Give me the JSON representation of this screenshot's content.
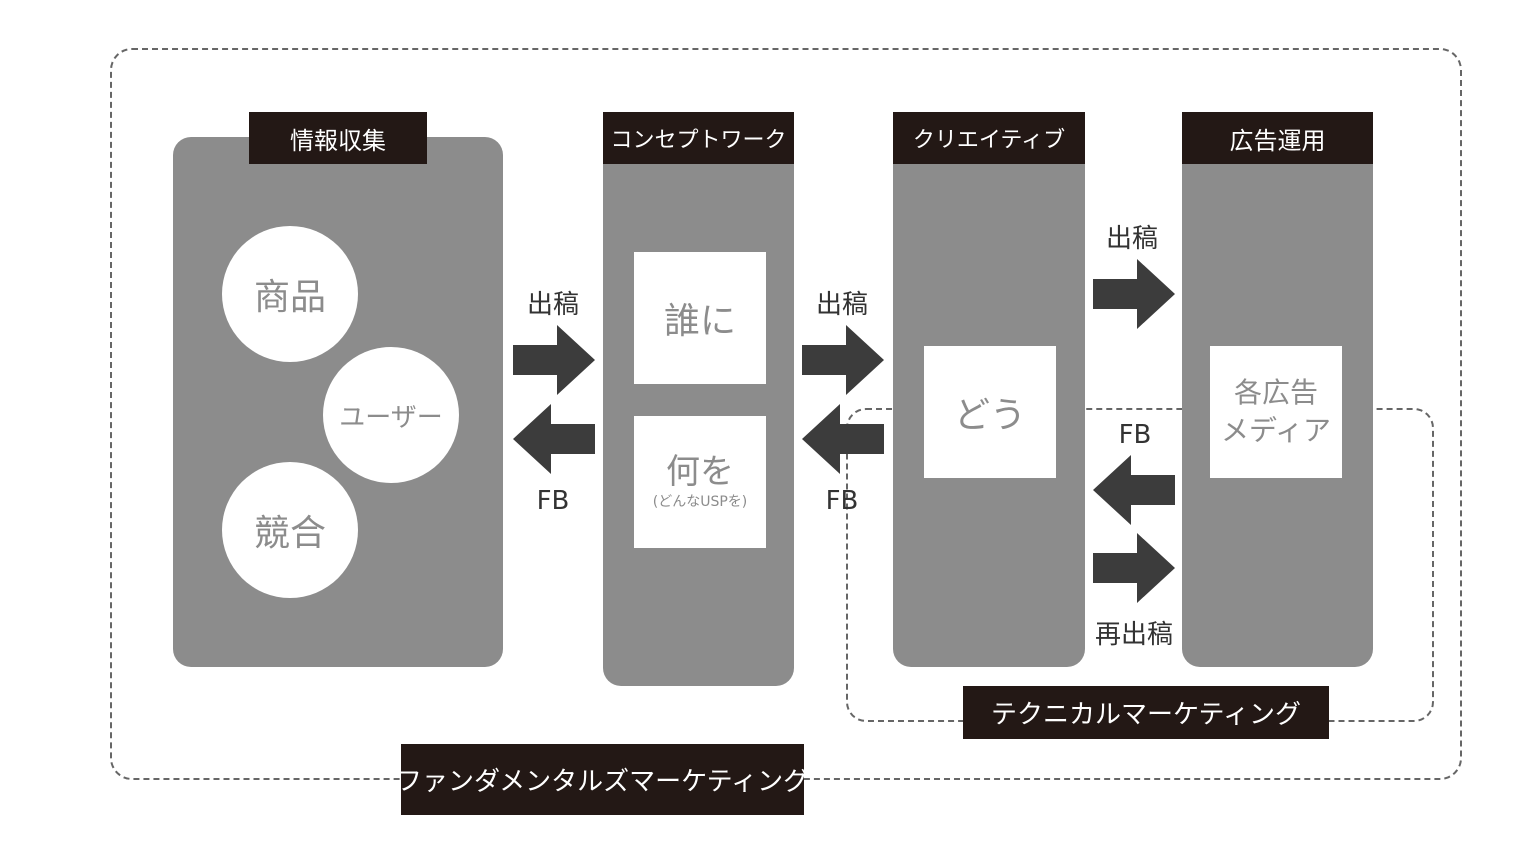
{
  "colors": {
    "column": "#8c8c8c",
    "header": "#231815",
    "arrow": "#3c3c3c",
    "dash": "#666666"
  },
  "columns": [
    {
      "header": "情報収集",
      "items": [
        "商品",
        "ユーザー",
        "競合"
      ]
    },
    {
      "header": "コンセプトワーク",
      "box1": "誰に",
      "box2_main": "何を",
      "box2_sub": "(どんなUSPを)"
    },
    {
      "header": "クリエイティブ",
      "box": "どう"
    },
    {
      "header": "広告運用",
      "box_line1": "各広告",
      "box_line2": "メディア"
    }
  ],
  "flows": {
    "a_forward": "出稿",
    "a_back": "FB",
    "b_forward": "出稿",
    "b_back": "FB",
    "c_forward": "出稿",
    "c_back": "FB",
    "c_repost": "再出稿"
  },
  "scopes": {
    "technical": "テクニカルマーケティング",
    "fundamental": "ファンダメンタルズマーケティング"
  }
}
